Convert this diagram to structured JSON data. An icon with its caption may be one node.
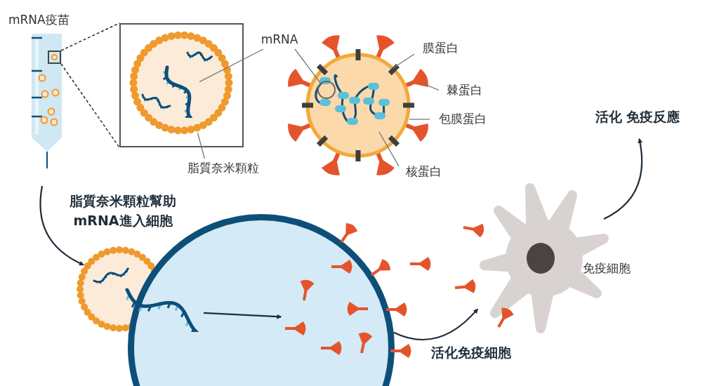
{
  "diagram": {
    "nodes": [
      {
        "text": [
          "mRNA疫苗"
        ]
      },
      {
        "text": [],
        "shape": "box",
        "in": 0
      },
      {
        "text": [],
        "shape": "box"
      },
      {
        "text": [],
        "shape": "circle",
        "in": 2
      },
      {
        "text": [],
        "shape": "picture",
        "in": 3
      },
      {
        "text": [
          "mRNA"
        ]
      },
      {
        "text": [
          "脂質奈米顆粒"
        ]
      },
      {
        "text": [],
        "shape": "picture"
      },
      {
        "text": [],
        "shape": "circle",
        "in": 7
      },
      {
        "text": [
          "膜蛋白"
        ]
      },
      {
        "text": [
          "棘蛋白"
        ]
      },
      {
        "text": [
          "包膜蛋白"
        ]
      },
      {
        "text": [
          "核蛋白"
        ]
      },
      {
        "text": [
          "脂質奈米顆粒幫助 mRNA進入細胞"
        ]
      },
      {
        "text": [],
        "shape": "circle"
      },
      {
        "text": [],
        "shape": "circle"
      },
      {
        "text": [],
        "shape": "picture",
        "in": 15
      },
      {
        "text": [],
        "shape": "picture",
        "in": 15
      },
      {
        "text": [],
        "shape": "picture",
        "beside": [
          "免疫細胞"
        ]
      },
      {
        "text": [
          "活化 免疫反應"
        ]
      }
    ],
    "edges": [
      {
        "from": 1,
        "to": 2,
        "arrow": "none",
        "style": "dashed"
      },
      {
        "from": 1,
        "to": 2,
        "arrow": "none",
        "style": "dashed"
      },
      {
        "from": 5,
        "to": 4,
        "arrow": "none",
        "color": "#777777"
      },
      {
        "from": 5,
        "to": 8,
        "arrow": "none",
        "color": "#777777"
      },
      {
        "from": 6,
        "to": 3,
        "arrow": "none",
        "color": "#777777"
      },
      {
        "from": 9,
        "to": 7,
        "arrow": "none",
        "color": "#777777"
      },
      {
        "from": 10,
        "to": 7,
        "arrow": "none",
        "color": "#777777"
      },
      {
        "from": 11,
        "to": 7,
        "arrow": "none",
        "color": "#777777"
      },
      {
        "from": 12,
        "to": 7,
        "arrow": "none",
        "color": "#777777"
      },
      {
        "from": null,
        "to": 14,
        "arrow": "to"
      },
      {
        "from": 16,
        "to": 17,
        "arrow": "to"
      },
      {
        "from": 15,
        "to": 18,
        "arrow": "to",
        "label": "活化免疫細胞"
      },
      {
        "from": 18,
        "to": 19,
        "arrow": "to"
      }
    ]
  }
}
